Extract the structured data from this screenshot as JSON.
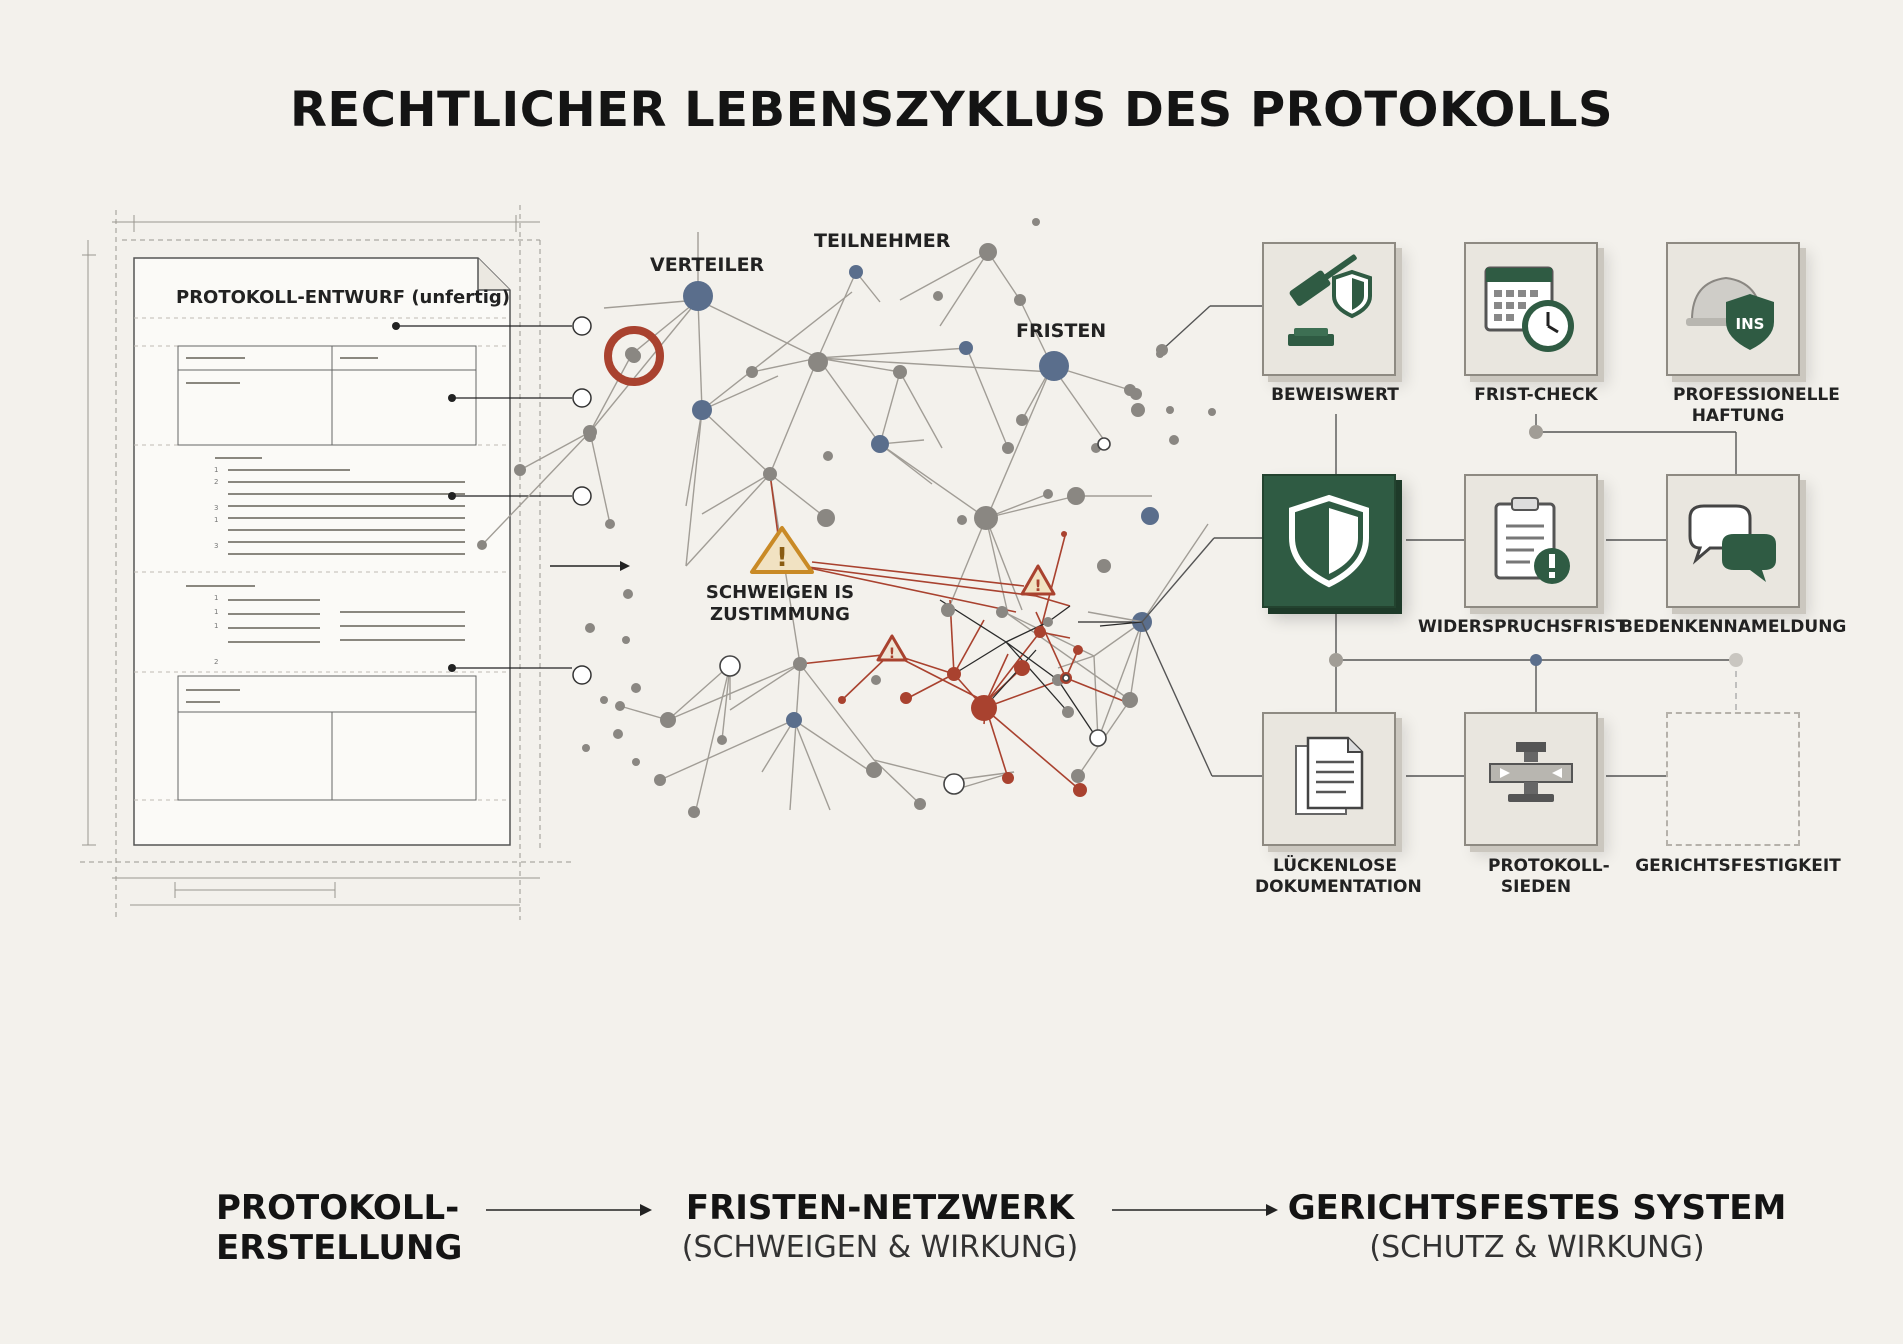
{
  "title": "RECHTLICHER LEBENSZYKLUS DES PROTOKOLLS",
  "document": {
    "label": "PROTOKOLL-ENTWURF (unfertig)"
  },
  "network": {
    "labels": {
      "verteiler": "VERTEILER",
      "teilnehmer": "TEILNEHMER",
      "fristen": "FRISTEN",
      "schweigen": "SCHWEIGEN IS ZUSTIMMUNG"
    }
  },
  "boxes": {
    "beweiswert": "BEWEISWERT",
    "frist_check": "FRIST-CHECK",
    "haftung": "PROFESSIONELLE HAFTUNG",
    "shield": "",
    "widerspruchsfrist": "WIDERSPRUCHSFRIST",
    "bedenkenanmeldung": "BEDENKENNAMELDUNG",
    "dokumentation": "LÜCKENLOSE DOKUMENTATION",
    "protokoll_sieden": "PROTOKOLL-SIEDEN",
    "gerichtsfestigkeit": "GERICHTSFESTIGKEIT",
    "helmet_badge": "INS"
  },
  "stages": [
    {
      "title": "PROTOKOLL-ERSTELLUNG",
      "subtitle": ""
    },
    {
      "title": "FRISTEN-NETZWERK",
      "subtitle": "(SCHWEIGEN & WIRKUNG)"
    },
    {
      "title": "GERICHTSFESTES SYSTEM",
      "subtitle": "(SCHUTZ & WIRKUNG)"
    }
  ],
  "colors": {
    "accent_green": "#2f5b43",
    "accent_red": "#a9422f",
    "node_blue": "#5a6e8c",
    "warning_orange": "#c98a26"
  },
  "icons": [
    "gavel-icon",
    "calendar-clock-icon",
    "helmet-shield-icon",
    "shield-icon",
    "clipboard-alert-icon",
    "chat-bubbles-icon",
    "documents-icon",
    "press-icon",
    "warning-icon"
  ]
}
